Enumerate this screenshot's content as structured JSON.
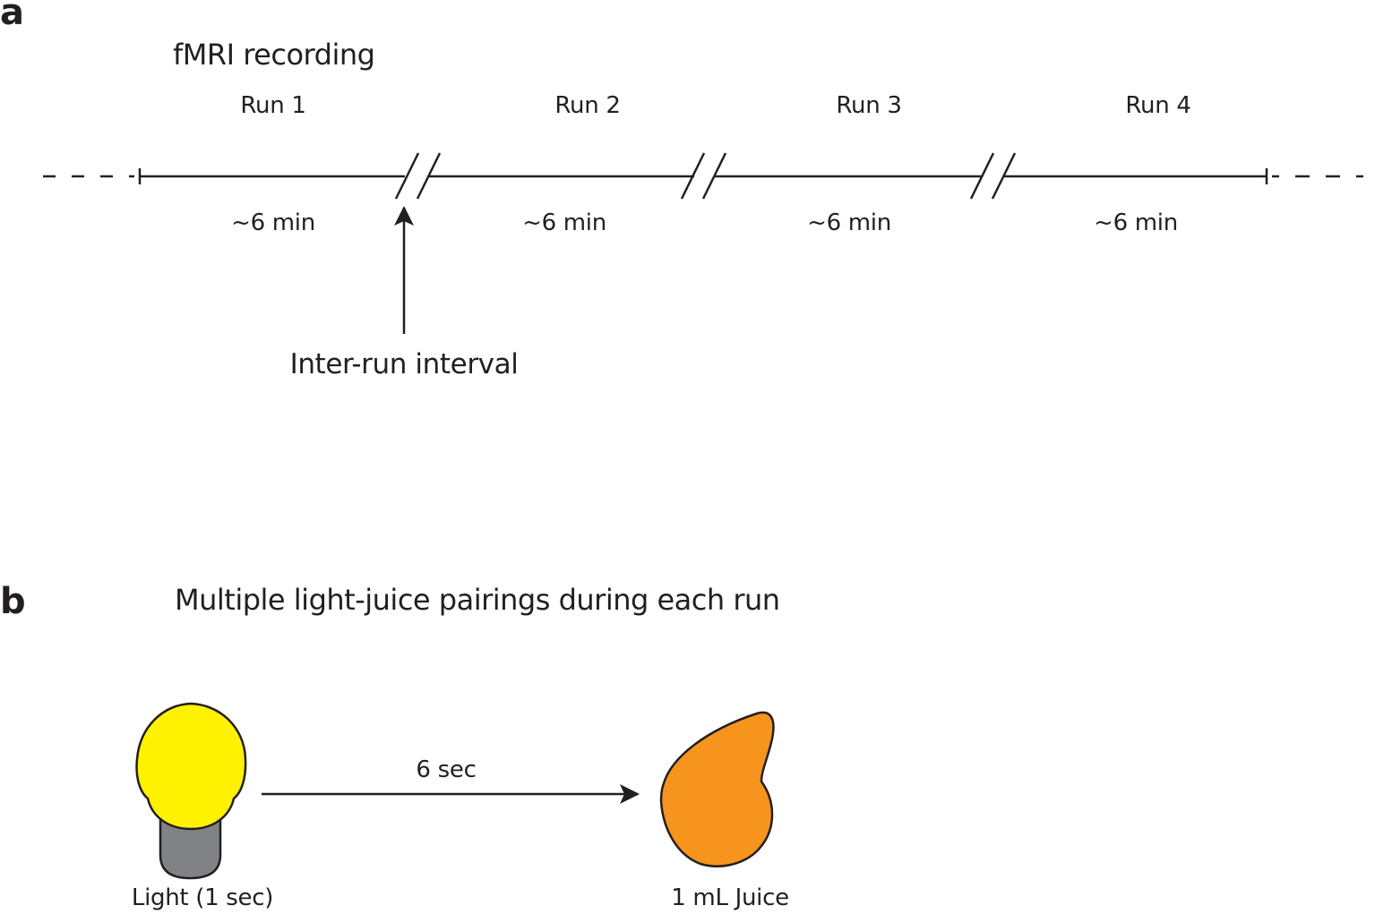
{
  "panel_a": {
    "letter": "a",
    "title": "fMRI recording",
    "runs": [
      {
        "label": "Run 1",
        "duration": "~6 min"
      },
      {
        "label": "Run 2",
        "duration": "~6 min"
      },
      {
        "label": "Run 3",
        "duration": "~6 min"
      },
      {
        "label": "Run 4",
        "duration": "~6 min"
      }
    ],
    "break_marker": "//",
    "interval_annotation": "Inter-run interval"
  },
  "panel_b": {
    "letter": "b",
    "title": "Multiple light-juice pairings during each run",
    "stimulus": {
      "label": "Light (1 sec)",
      "icon": "light-bulb-icon",
      "color": "#fff200",
      "base_color": "#808285"
    },
    "delay": {
      "label": "6 sec"
    },
    "reward": {
      "label": "1 mL Juice",
      "icon": "juice-drop-icon",
      "color": "#f7941d"
    }
  },
  "colors": {
    "ink": "#231f20",
    "bulb": "#fff200",
    "bulb_base": "#808285",
    "juice": "#f7941d"
  }
}
